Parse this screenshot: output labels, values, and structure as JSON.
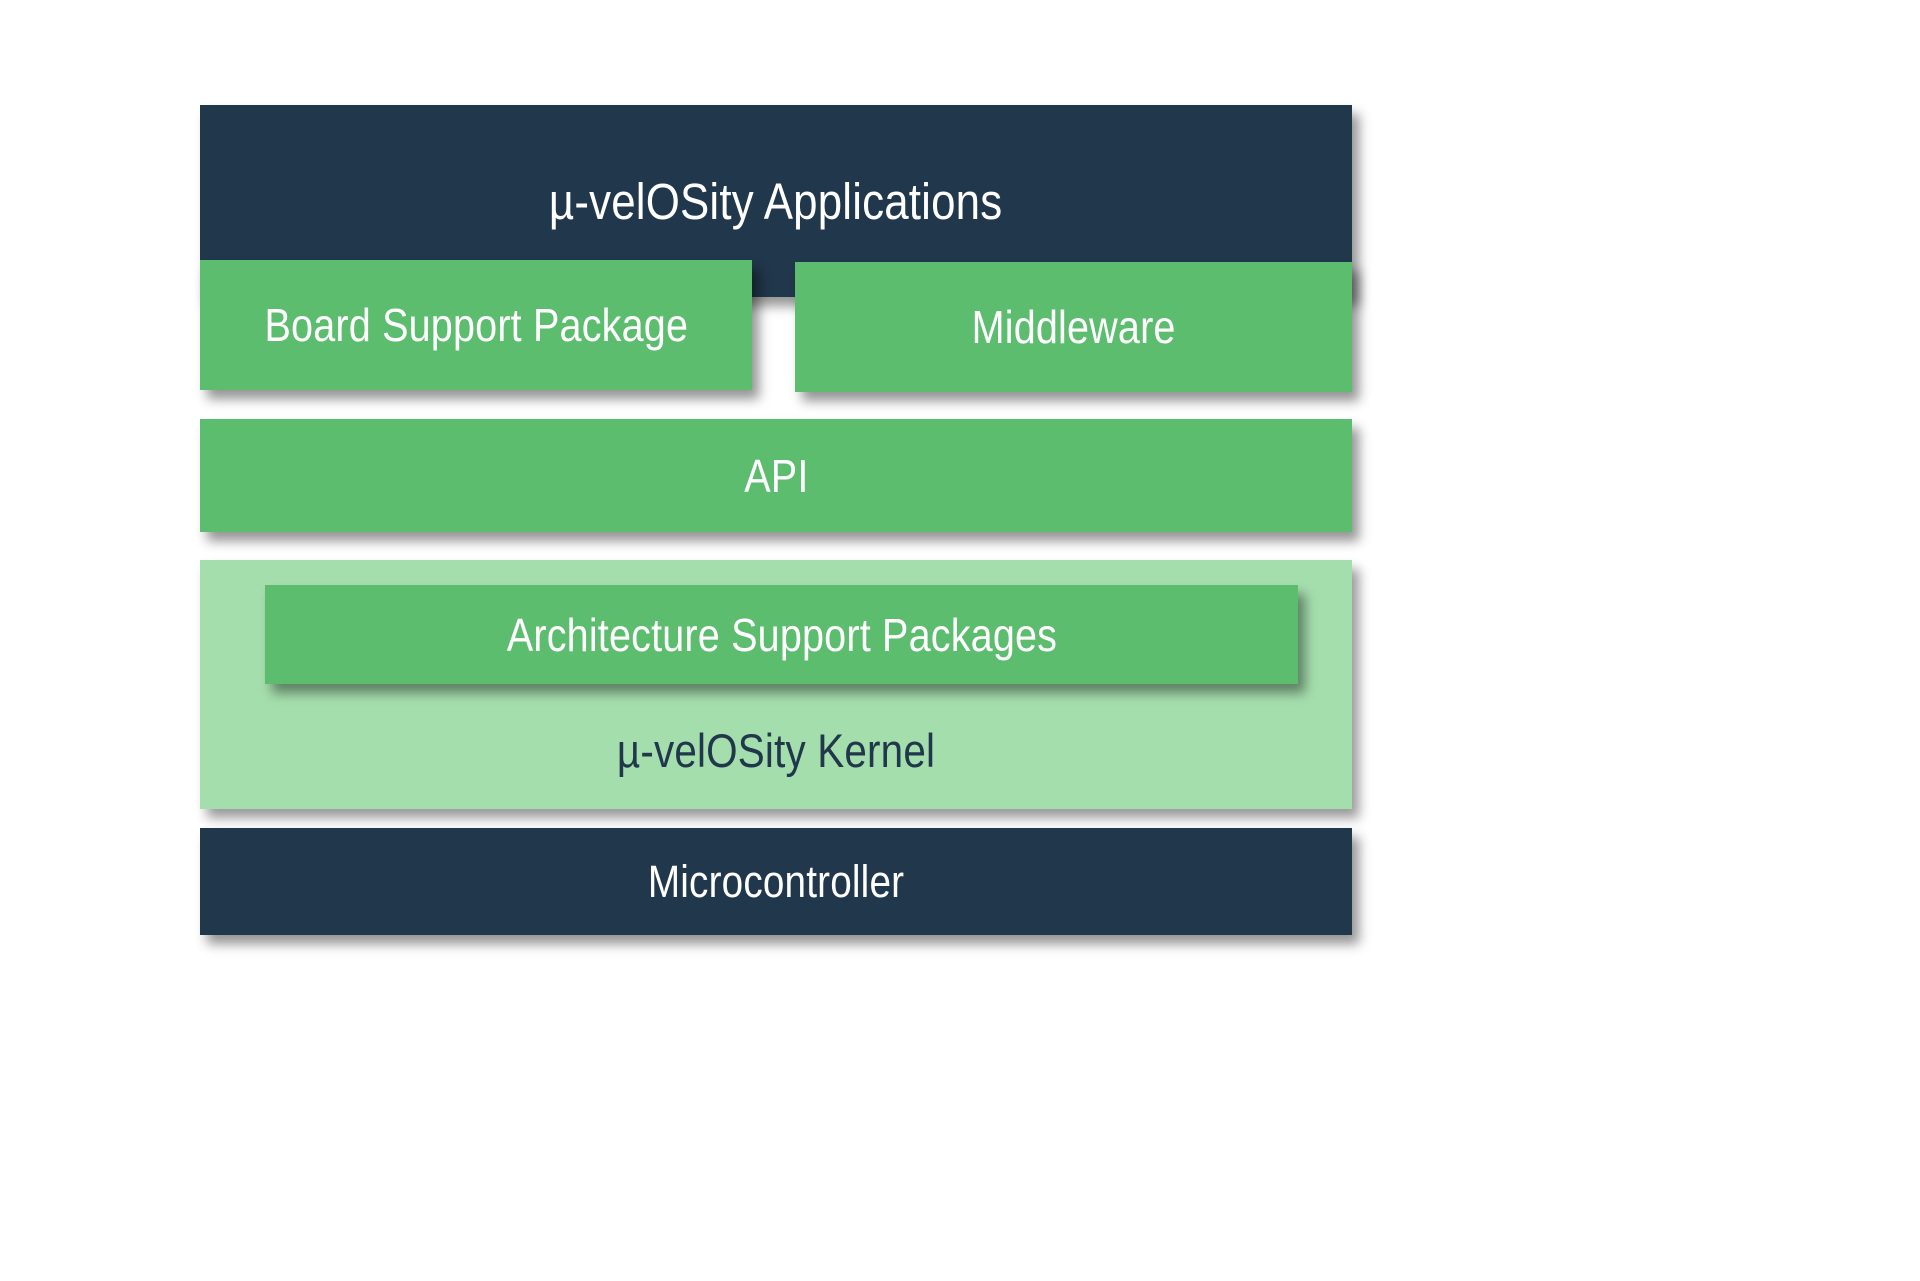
{
  "diagram": {
    "title": "u-velOSity RTOS architecture stack",
    "type": "layered-stack-diagram",
    "background_color": "#FFFFFF",
    "colors": {
      "dark_navy": "#21374B",
      "green": "#5CBD6E",
      "light_green": "#A5DEAD",
      "text_on_dark": "#FFFFFF",
      "text_on_green": "#FFFFFF",
      "text_on_light_green": "#21374B"
    },
    "layers": [
      {
        "id": "applications",
        "label": "µ-velOSity Applications",
        "fill": "#21374B",
        "text_color": "#FFFFFF",
        "row": 1,
        "span": "full"
      },
      {
        "id": "board-support-package",
        "label": "Board Support Package",
        "fill": "#5CBD6E",
        "text_color": "#FFFFFF",
        "row": 2,
        "span": "left-half"
      },
      {
        "id": "middleware",
        "label": "Middleware",
        "fill": "#5CBD6E",
        "text_color": "#FFFFFF",
        "row": 2,
        "span": "right-half"
      },
      {
        "id": "api",
        "label": "API",
        "fill": "#5CBD6E",
        "text_color": "#FFFFFF",
        "row": 3,
        "span": "full"
      },
      {
        "id": "kernel",
        "label": "µ-velOSity Kernel",
        "fill": "#A5DEAD",
        "text_color": "#21374B",
        "row": 4,
        "span": "full",
        "contains": [
          "architecture-support-packages"
        ]
      },
      {
        "id": "architecture-support-packages",
        "label": "Architecture Support Packages",
        "fill": "#5CBD6E",
        "text_color": "#FFFFFF",
        "row": 4,
        "span": "inset",
        "parent": "kernel"
      },
      {
        "id": "microcontroller",
        "label": "Microcontroller",
        "fill": "#21374B",
        "text_color": "#FFFFFF",
        "row": 5,
        "span": "full"
      }
    ]
  }
}
